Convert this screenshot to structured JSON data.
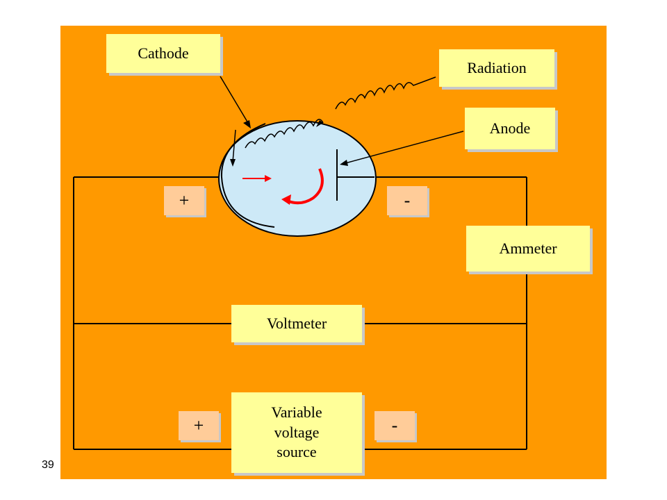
{
  "diagram": {
    "labels": {
      "cathode": "Cathode",
      "radiation": "Radiation",
      "anode": "Anode",
      "ammeter": "Ammeter",
      "voltmeter": "Voltmeter",
      "variable_voltage_source": [
        "Variable",
        "voltage",
        "source"
      ]
    },
    "signs": {
      "tube_plus": "+",
      "tube_minus": "-",
      "source_plus": "+",
      "source_minus": "-"
    },
    "colors": {
      "background": "#ff9900",
      "label_box": "#ffff99",
      "sign_box": "#ffcc99",
      "tube": "#cde9f7",
      "electron_arrow": "#ff0000"
    }
  },
  "slide_number": "39"
}
